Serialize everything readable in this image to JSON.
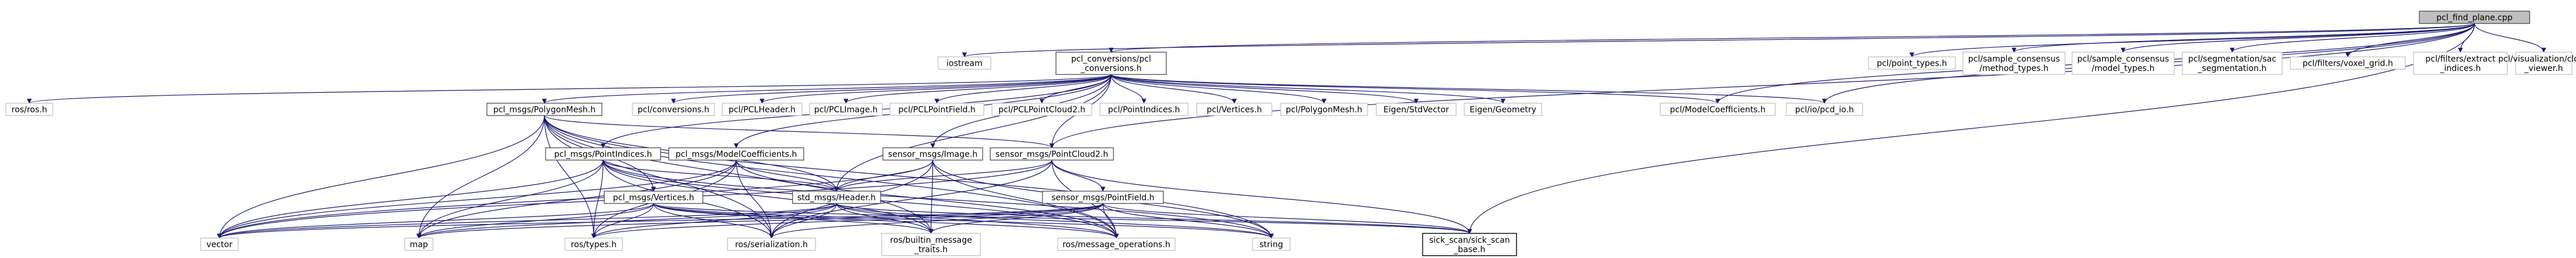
{
  "graph": {
    "title": "include dependency graph",
    "root": "pcl_find_plane.cpp",
    "edge_color": "#191970",
    "nodes": [
      {
        "id": "root",
        "label": "pcl_find_plane.cpp",
        "style": "root"
      },
      {
        "id": "iostream",
        "label": "iostream",
        "style": "plain"
      },
      {
        "id": "pcl_conv",
        "label": "pcl_conversions/pcl\n_conversions.h",
        "style": "solid"
      },
      {
        "id": "point_types",
        "label": "pcl/point_types.h",
        "style": "plain"
      },
      {
        "id": "sac_method",
        "label": "pcl/sample_consensus\n/method_types.h",
        "style": "plain"
      },
      {
        "id": "sac_model",
        "label": "pcl/sample_consensus\n/model_types.h",
        "style": "plain"
      },
      {
        "id": "sac_seg",
        "label": "pcl/segmentation/sac\n_segmentation.h",
        "style": "plain"
      },
      {
        "id": "voxel",
        "label": "pcl/filters/voxel_grid.h",
        "style": "plain"
      },
      {
        "id": "extract",
        "label": "pcl/filters/extract\n_indices.h",
        "style": "plain"
      },
      {
        "id": "cloud_viewer",
        "label": "pcl/visualization/cloud\n_viewer.h",
        "style": "plain"
      },
      {
        "id": "rosh",
        "label": "ros/ros.h",
        "style": "plain"
      },
      {
        "id": "polymesh",
        "label": "pcl_msgs/PolygonMesh.h",
        "style": "solid"
      },
      {
        "id": "pcl_conversions",
        "label": "pcl/conversions.h",
        "style": "plain"
      },
      {
        "id": "pclheader",
        "label": "pcl/PCLHeader.h",
        "style": "plain"
      },
      {
        "id": "pclimage",
        "label": "pcl/PCLImage.h",
        "style": "plain"
      },
      {
        "id": "pclpointfield",
        "label": "pcl/PCLPointField.h",
        "style": "plain"
      },
      {
        "id": "pclpointcloud2",
        "label": "pcl/PCLPointCloud2.h",
        "style": "plain"
      },
      {
        "id": "pointindices",
        "label": "pcl/PointIndices.h",
        "style": "plain"
      },
      {
        "id": "vertices",
        "label": "pcl/Vertices.h",
        "style": "plain"
      },
      {
        "id": "polygonmesh",
        "label": "pcl/PolygonMesh.h",
        "style": "plain"
      },
      {
        "id": "stdvector",
        "label": "Eigen/StdVector",
        "style": "plain"
      },
      {
        "id": "geometry",
        "label": "Eigen/Geometry",
        "style": "plain"
      },
      {
        "id": "modelcoeff",
        "label": "pcl/ModelCoefficients.h",
        "style": "plain"
      },
      {
        "id": "pcd_io",
        "label": "pcl/io/pcd_io.h",
        "style": "plain"
      },
      {
        "id": "msgs_pointindices",
        "label": "pcl_msgs/PointIndices.h",
        "style": "solid"
      },
      {
        "id": "msgs_modelcoeff",
        "label": "pcl_msgs/ModelCoefficients.h",
        "style": "solid"
      },
      {
        "id": "sensor_image",
        "label": "sensor_msgs/Image.h",
        "style": "solid"
      },
      {
        "id": "sensor_pc2",
        "label": "sensor_msgs/PointCloud2.h",
        "style": "solid"
      },
      {
        "id": "sensor_pointfield",
        "label": "sensor_msgs/PointField.h",
        "style": "solid"
      },
      {
        "id": "std_header",
        "label": "std_msgs/Header.h",
        "style": "solid"
      },
      {
        "id": "msgs_vertices",
        "label": "pcl_msgs/Vertices.h",
        "style": "solid"
      },
      {
        "id": "vector",
        "label": "vector",
        "style": "plain"
      },
      {
        "id": "map",
        "label": "map",
        "style": "plain"
      },
      {
        "id": "ros_types",
        "label": "ros/types.h",
        "style": "plain"
      },
      {
        "id": "ros_serial",
        "label": "ros/serialization.h",
        "style": "plain"
      },
      {
        "id": "builtin_traits",
        "label": "ros/builtin_message\n_traits.h",
        "style": "plain"
      },
      {
        "id": "msg_ops",
        "label": "ros/message_operations.h",
        "style": "plain"
      },
      {
        "id": "string",
        "label": "string",
        "style": "plain"
      },
      {
        "id": "sick_scan_base",
        "label": "sick_scan/sick_scan\n_base.h",
        "style": "boxed"
      }
    ],
    "edges": [
      [
        "root",
        "iostream"
      ],
      [
        "root",
        "pcl_conv"
      ],
      [
        "root",
        "point_types"
      ],
      [
        "root",
        "sac_method"
      ],
      [
        "root",
        "sac_model"
      ],
      [
        "root",
        "sac_seg"
      ],
      [
        "root",
        "voxel"
      ],
      [
        "root",
        "extract"
      ],
      [
        "root",
        "cloud_viewer"
      ],
      [
        "root",
        "modelcoeff"
      ],
      [
        "root",
        "pcd_io"
      ],
      [
        "root",
        "sensor_pc2"
      ],
      [
        "root",
        "sick_scan_base"
      ],
      [
        "pcl_conv",
        "rosh"
      ],
      [
        "pcl_conv",
        "polymesh"
      ],
      [
        "pcl_conv",
        "pcl_conversions"
      ],
      [
        "pcl_conv",
        "pclheader"
      ],
      [
        "pcl_conv",
        "pclimage"
      ],
      [
        "pcl_conv",
        "pclpointfield"
      ],
      [
        "pcl_conv",
        "pclpointcloud2"
      ],
      [
        "pcl_conv",
        "pointindices"
      ],
      [
        "pcl_conv",
        "vertices"
      ],
      [
        "pcl_conv",
        "polygonmesh"
      ],
      [
        "pcl_conv",
        "stdvector"
      ],
      [
        "pcl_conv",
        "geometry"
      ],
      [
        "pcl_conv",
        "modelcoeff"
      ],
      [
        "pcl_conv",
        "pcd_io"
      ],
      [
        "pcl_conv",
        "sensor_image"
      ],
      [
        "pcl_conv",
        "sensor_pc2"
      ],
      [
        "pcl_conv",
        "msgs_pointindices"
      ],
      [
        "pcl_conv",
        "msgs_modelcoeff"
      ],
      [
        "pcl_conv",
        "std_header"
      ],
      [
        "polymesh",
        "msgs_vertices"
      ],
      [
        "polymesh",
        "std_header"
      ],
      [
        "polymesh",
        "sensor_pc2"
      ],
      [
        "polymesh",
        "vector"
      ],
      [
        "polymesh",
        "map"
      ],
      [
        "polymesh",
        "ros_types"
      ],
      [
        "polymesh",
        "ros_serial"
      ],
      [
        "polymesh",
        "builtin_traits"
      ],
      [
        "polymesh",
        "msg_ops"
      ],
      [
        "polymesh",
        "string"
      ],
      [
        "msgs_pointindices",
        "std_header"
      ],
      [
        "msgs_pointindices",
        "vector"
      ],
      [
        "msgs_pointindices",
        "map"
      ],
      [
        "msgs_pointindices",
        "ros_types"
      ],
      [
        "msgs_pointindices",
        "ros_serial"
      ],
      [
        "msgs_pointindices",
        "builtin_traits"
      ],
      [
        "msgs_pointindices",
        "msg_ops"
      ],
      [
        "msgs_pointindices",
        "string"
      ],
      [
        "msgs_modelcoeff",
        "std_header"
      ],
      [
        "msgs_modelcoeff",
        "vector"
      ],
      [
        "msgs_modelcoeff",
        "map"
      ],
      [
        "msgs_modelcoeff",
        "ros_types"
      ],
      [
        "msgs_modelcoeff",
        "ros_serial"
      ],
      [
        "msgs_modelcoeff",
        "msg_ops"
      ],
      [
        "sensor_image",
        "std_header"
      ],
      [
        "sensor_image",
        "vector"
      ],
      [
        "sensor_image",
        "ros_serial"
      ],
      [
        "sensor_image",
        "builtin_traits"
      ],
      [
        "sensor_image",
        "msg_ops"
      ],
      [
        "sensor_image",
        "string"
      ],
      [
        "sensor_pc2",
        "sensor_pointfield"
      ],
      [
        "sensor_pc2",
        "std_header"
      ],
      [
        "sensor_pc2",
        "vector"
      ],
      [
        "sensor_pc2",
        "ros_serial"
      ],
      [
        "sensor_pc2",
        "msg_ops"
      ],
      [
        "sensor_pc2",
        "sick_scan_base"
      ],
      [
        "sensor_pointfield",
        "map"
      ],
      [
        "sensor_pointfield",
        "ros_types"
      ],
      [
        "sensor_pointfield",
        "ros_serial"
      ],
      [
        "sensor_pointfield",
        "builtin_traits"
      ],
      [
        "sensor_pointfield",
        "msg_ops"
      ],
      [
        "sensor_pointfield",
        "string"
      ],
      [
        "sensor_pointfield",
        "sick_scan_base"
      ],
      [
        "sensor_pointfield",
        "vector"
      ],
      [
        "std_header",
        "vector"
      ],
      [
        "std_header",
        "map"
      ],
      [
        "std_header",
        "ros_types"
      ],
      [
        "std_header",
        "ros_serial"
      ],
      [
        "std_header",
        "builtin_traits"
      ],
      [
        "std_header",
        "msg_ops"
      ],
      [
        "std_header",
        "string"
      ],
      [
        "std_header",
        "sick_scan_base"
      ],
      [
        "msgs_vertices",
        "vector"
      ],
      [
        "msgs_vertices",
        "map"
      ],
      [
        "msgs_vertices",
        "ros_types"
      ],
      [
        "msgs_vertices",
        "ros_serial"
      ],
      [
        "msgs_vertices",
        "builtin_traits"
      ],
      [
        "msgs_vertices",
        "msg_ops"
      ],
      [
        "msgs_vertices",
        "string"
      ],
      [
        "msgs_vertices",
        "sick_scan_base"
      ]
    ]
  }
}
